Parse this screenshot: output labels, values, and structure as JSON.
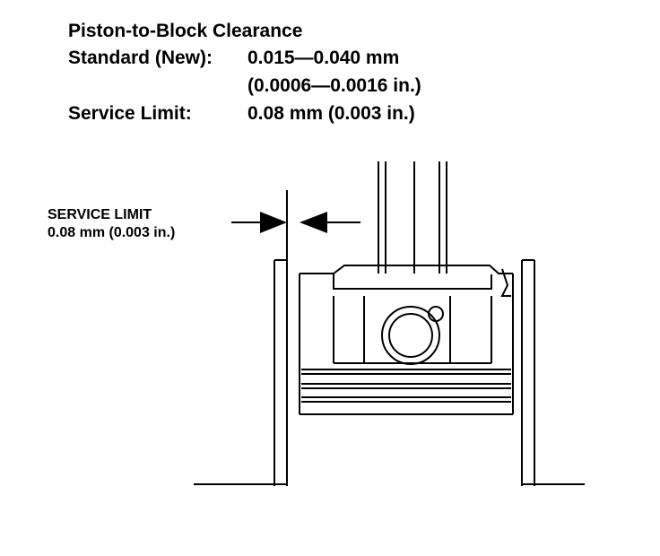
{
  "spec": {
    "title": "Piston-to-Block Clearance",
    "standard_label": "Standard (New):",
    "standard_mm": "0.015—0.040 mm",
    "standard_in": "(0.0006—0.0016 in.)",
    "service_label": "Service Limit:",
    "service_value": "0.08 mm (0.003 in.)"
  },
  "callout": {
    "line1": "SERVICE LIMIT",
    "line2": "0.08 mm (0.003 in.)"
  }
}
